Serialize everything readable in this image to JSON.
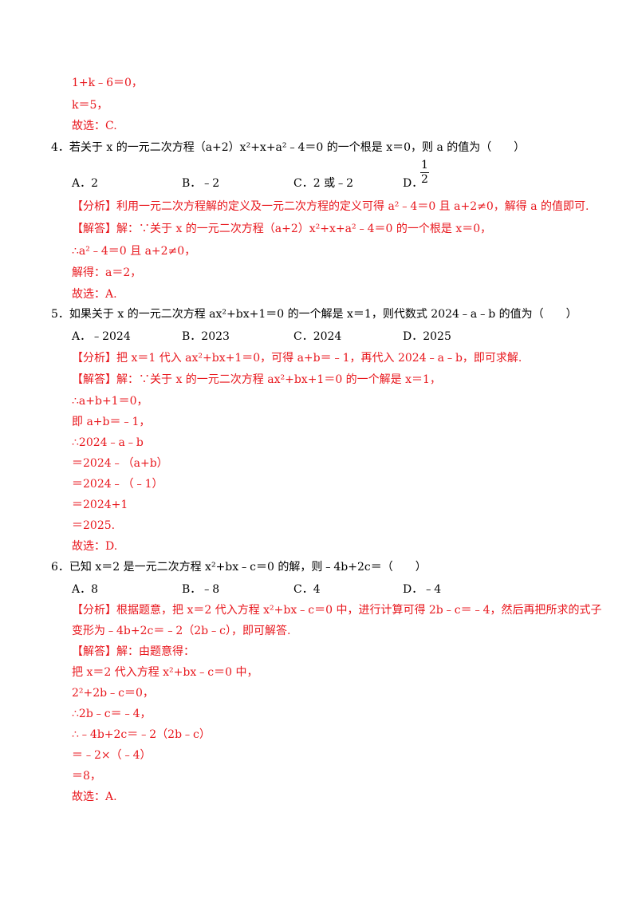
{
  "top_solution": {
    "lines": [
      "1+k﹣6＝0，",
      "k＝5，",
      "故选：C."
    ]
  },
  "q4": {
    "stem": "4．若关于 x 的一元二次方程（a+2）x²+x+a²﹣4＝0 的一个根是 x＝0，则 a 的值为（　　）",
    "options": [
      "A．2",
      "B．﹣2",
      "C．2 或﹣2",
      "D．"
    ],
    "option_d_fraction": {
      "numerator": "1",
      "denominator": "2"
    },
    "analysis": "【分析】利用一元二次方程解的定义及一元二次方程的定义可得 a²﹣4＝0 且 a+2≠0，解得 a 的值即可.",
    "answer_lines": [
      "【解答】解：∵关于 x 的一元二次方程（a+2）x²+x+a²﹣4＝0 的一个根是 x＝0，",
      "∴a²﹣4＝0 且 a+2≠0，",
      "解得：a＝2，",
      "故选：A."
    ]
  },
  "q5": {
    "stem": "5．如果关于 x 的一元二次方程 ax²+bx+1＝0 的一个解是 x＝1，则代数式 2024﹣a﹣b 的值为（　　）",
    "options": [
      "A．﹣2024",
      "B．2023",
      "C．2024",
      "D．2025"
    ],
    "analysis": "【分析】把 x＝1 代入 ax²+bx+1＝0，可得 a+b＝﹣1，再代入 2024﹣a﹣b，即可求解.",
    "answer_lines": [
      "【解答】解：∵关于 x 的一元二次方程 ax²+bx+1＝0 的一个解是 x＝1，",
      "∴a+b+1＝0，",
      "即 a+b＝﹣1，",
      "∴2024﹣a﹣b",
      "＝2024﹣（a+b）",
      "＝2024﹣（﹣1）",
      "＝2024+1",
      "＝2025.",
      "故选：D."
    ]
  },
  "q6": {
    "stem": "6．已知 x＝2 是一元二次方程 x²+bx﹣c＝0 的解，则﹣4b+2c＝（　　）",
    "options": [
      "A．8",
      "B．﹣8",
      "C．4",
      "D．﹣4"
    ],
    "analysis_lines": [
      "【分析】根据题意，把 x＝2 代入方程 x²+bx﹣c＝0 中，进行计算可得 2b﹣c＝﹣4，然后再把所求的式子",
      "变形为﹣4b+2c＝﹣2（2b﹣c），即可解答."
    ],
    "answer_lines": [
      "【解答】解：由题意得：",
      "把 x＝2 代入方程 x²+bx﹣c＝0 中，",
      "2²+2b﹣c＝0，",
      "∴2b﹣c＝﹣4，",
      "∴﹣4b+2c＝﹣2（2b﹣c）",
      "＝﹣2×（﹣4）",
      "＝8，",
      "故选：A."
    ]
  }
}
